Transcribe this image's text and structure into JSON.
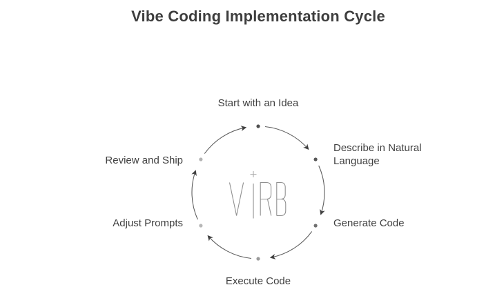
{
  "title": "Vibe Coding Implementation Cycle",
  "center_logo": {
    "name": "VIRB",
    "plus_glyph": "+"
  },
  "cycle": {
    "direction": "clockwise",
    "steps": [
      {
        "label": "Start with an Idea",
        "position": "top",
        "dot_color": "#4f4f4f"
      },
      {
        "label": "Describe in Natural Language",
        "position": "upper-right",
        "dot_color": "#575757"
      },
      {
        "label": "Generate Code",
        "position": "lower-right",
        "dot_color": "#707070"
      },
      {
        "label": "Execute Code",
        "position": "bottom",
        "dot_color": "#9a9a9a"
      },
      {
        "label": "Adjust Prompts",
        "position": "lower-left",
        "dot_color": "#b7b7b7"
      },
      {
        "label": "Review and Ship",
        "position": "upper-left",
        "dot_color": "#b3b3b3"
      }
    ]
  },
  "colors": {
    "background": "#ffffff",
    "title_text": "#3e3e3e",
    "label_text": "#404040",
    "arc": "#5d5d5d",
    "arrow": "#404040",
    "logo": "#909090",
    "logo_plus": "#ababab"
  }
}
